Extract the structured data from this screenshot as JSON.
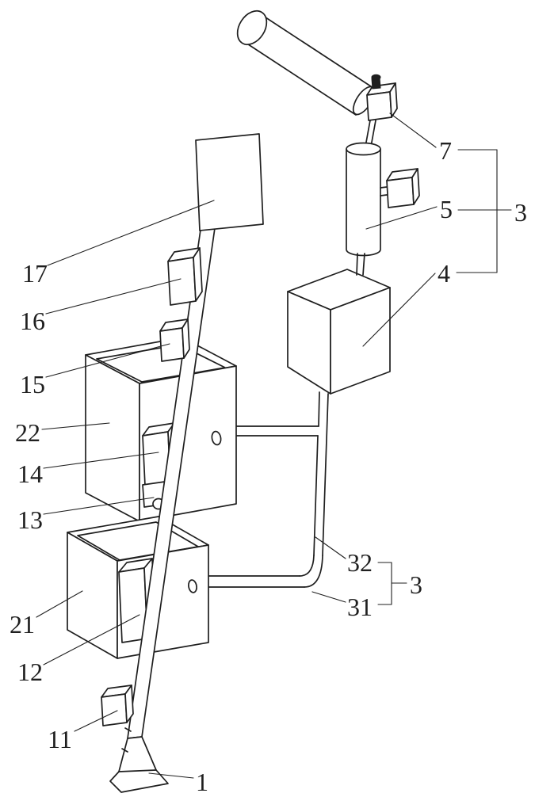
{
  "colors": {
    "background": "#ffffff",
    "line": "#1f1f1f"
  },
  "labels": {
    "n1": "1",
    "n3_top": "3",
    "n3_bottom": "3",
    "n4": "4",
    "n5": "5",
    "n7": "7",
    "n11": "11",
    "n12": "12",
    "n13": "13",
    "n14": "14",
    "n15": "15",
    "n16": "16",
    "n17": "17",
    "n21": "21",
    "n22": "22",
    "n31": "31",
    "n32": "32"
  }
}
